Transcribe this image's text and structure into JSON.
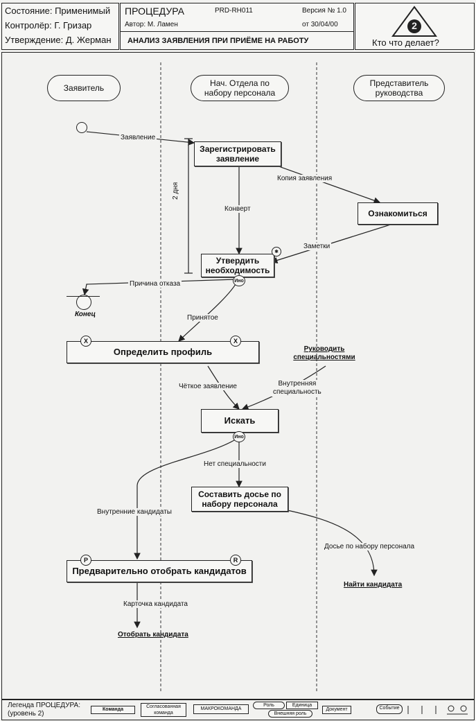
{
  "header": {
    "state": "Состояние: Применимый",
    "controller": "Контролёр: Г. Гризар",
    "approval": "Утверждение: Д. Жерман",
    "type": "ПРОЦЕДУРА",
    "code": "PRD-RH011",
    "version": "Версия № 1.0",
    "author": "Автор: М. Ламен",
    "date": "от 30/04/00",
    "title": "АНАЛИЗ ЗАЯВЛЕНИЯ ПРИ ПРИЁМЕ НА РАБОТУ",
    "badge_number": "2",
    "who_does_what": "Кто что делает?"
  },
  "roles": {
    "applicant": "Заявитель",
    "head_line1": "Нач. Отдела по",
    "head_line2": "набору персонала",
    "rep_line1": "Представитель",
    "rep_line2": "руководства"
  },
  "commands": {
    "register_l1": "Зарегистрировать",
    "register_l2": "заявление",
    "review": "Ознакомиться",
    "confirm_l1": "Утвердить",
    "confirm_l2": "необходимость",
    "profile": "Определить профиль",
    "search": "Искать",
    "dossier_l1": "Составить досье по",
    "dossier_l2": "набору персонала",
    "preselect": "Предварительно отобрать кандидатов"
  },
  "flags": {
    "application": "Заявление",
    "copy": "Копия заявления",
    "envelope": "Конверт",
    "notes": "Заметки",
    "two_days": "2 дня",
    "reject_reason": "Причина отказа",
    "end": "Конец",
    "accepted": "Принятое",
    "clear_application": "Чёткое заявление",
    "internal_spec_l1": "Внутренняя",
    "internal_spec_l2": "специальность",
    "manage_spec_l1": "Руководить",
    "manage_spec_l2": "специальностями",
    "no_spec": "Нет специальности",
    "internal_candidates": "Внутренние кандидаты",
    "dossier_flag": "Досье по набору персонала",
    "find_candidate": "Найти кандидата",
    "candidate_card": "Карточка кандидата",
    "select_candidate": "Отобрать кандидата",
    "ino": "Ино",
    "x": "X",
    "p": "P",
    "r": "R"
  },
  "legend": {
    "label_l1": "Легенда ПРОЦЕДУРА:",
    "label_l2": "(уровень 2)",
    "command": "Команда",
    "agreed_l1": "Согласованная",
    "agreed_l2": "команда",
    "macro": "МАКРОКОМАНДА",
    "role": "Роль",
    "unit": "Единица",
    "external_role": "Внешняя роль",
    "document": "Документ",
    "event": "Событие"
  }
}
